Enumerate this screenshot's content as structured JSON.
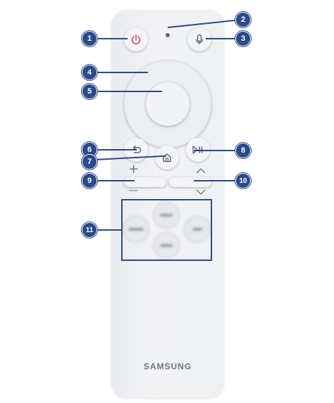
{
  "remote": {
    "brand_label": "SAMSUNG",
    "volume_plus": "+",
    "volume_minus": "—",
    "icons": {
      "power": "power-icon",
      "mic": "microphone-icon",
      "back": "back-arrow-icon",
      "home": "home-icon",
      "play_pause": "play-pause-icon",
      "channel_up": "chevron-up-icon",
      "channel_down": "chevron-down-icon"
    }
  },
  "callouts": [
    "1",
    "2",
    "3",
    "4",
    "5",
    "6",
    "7",
    "8",
    "9",
    "10",
    "11"
  ],
  "colors": {
    "callout": "#2b4a8a",
    "power_icon": "#e0483f",
    "icon": "#5f646b",
    "remote_body": "#eef0f2"
  }
}
